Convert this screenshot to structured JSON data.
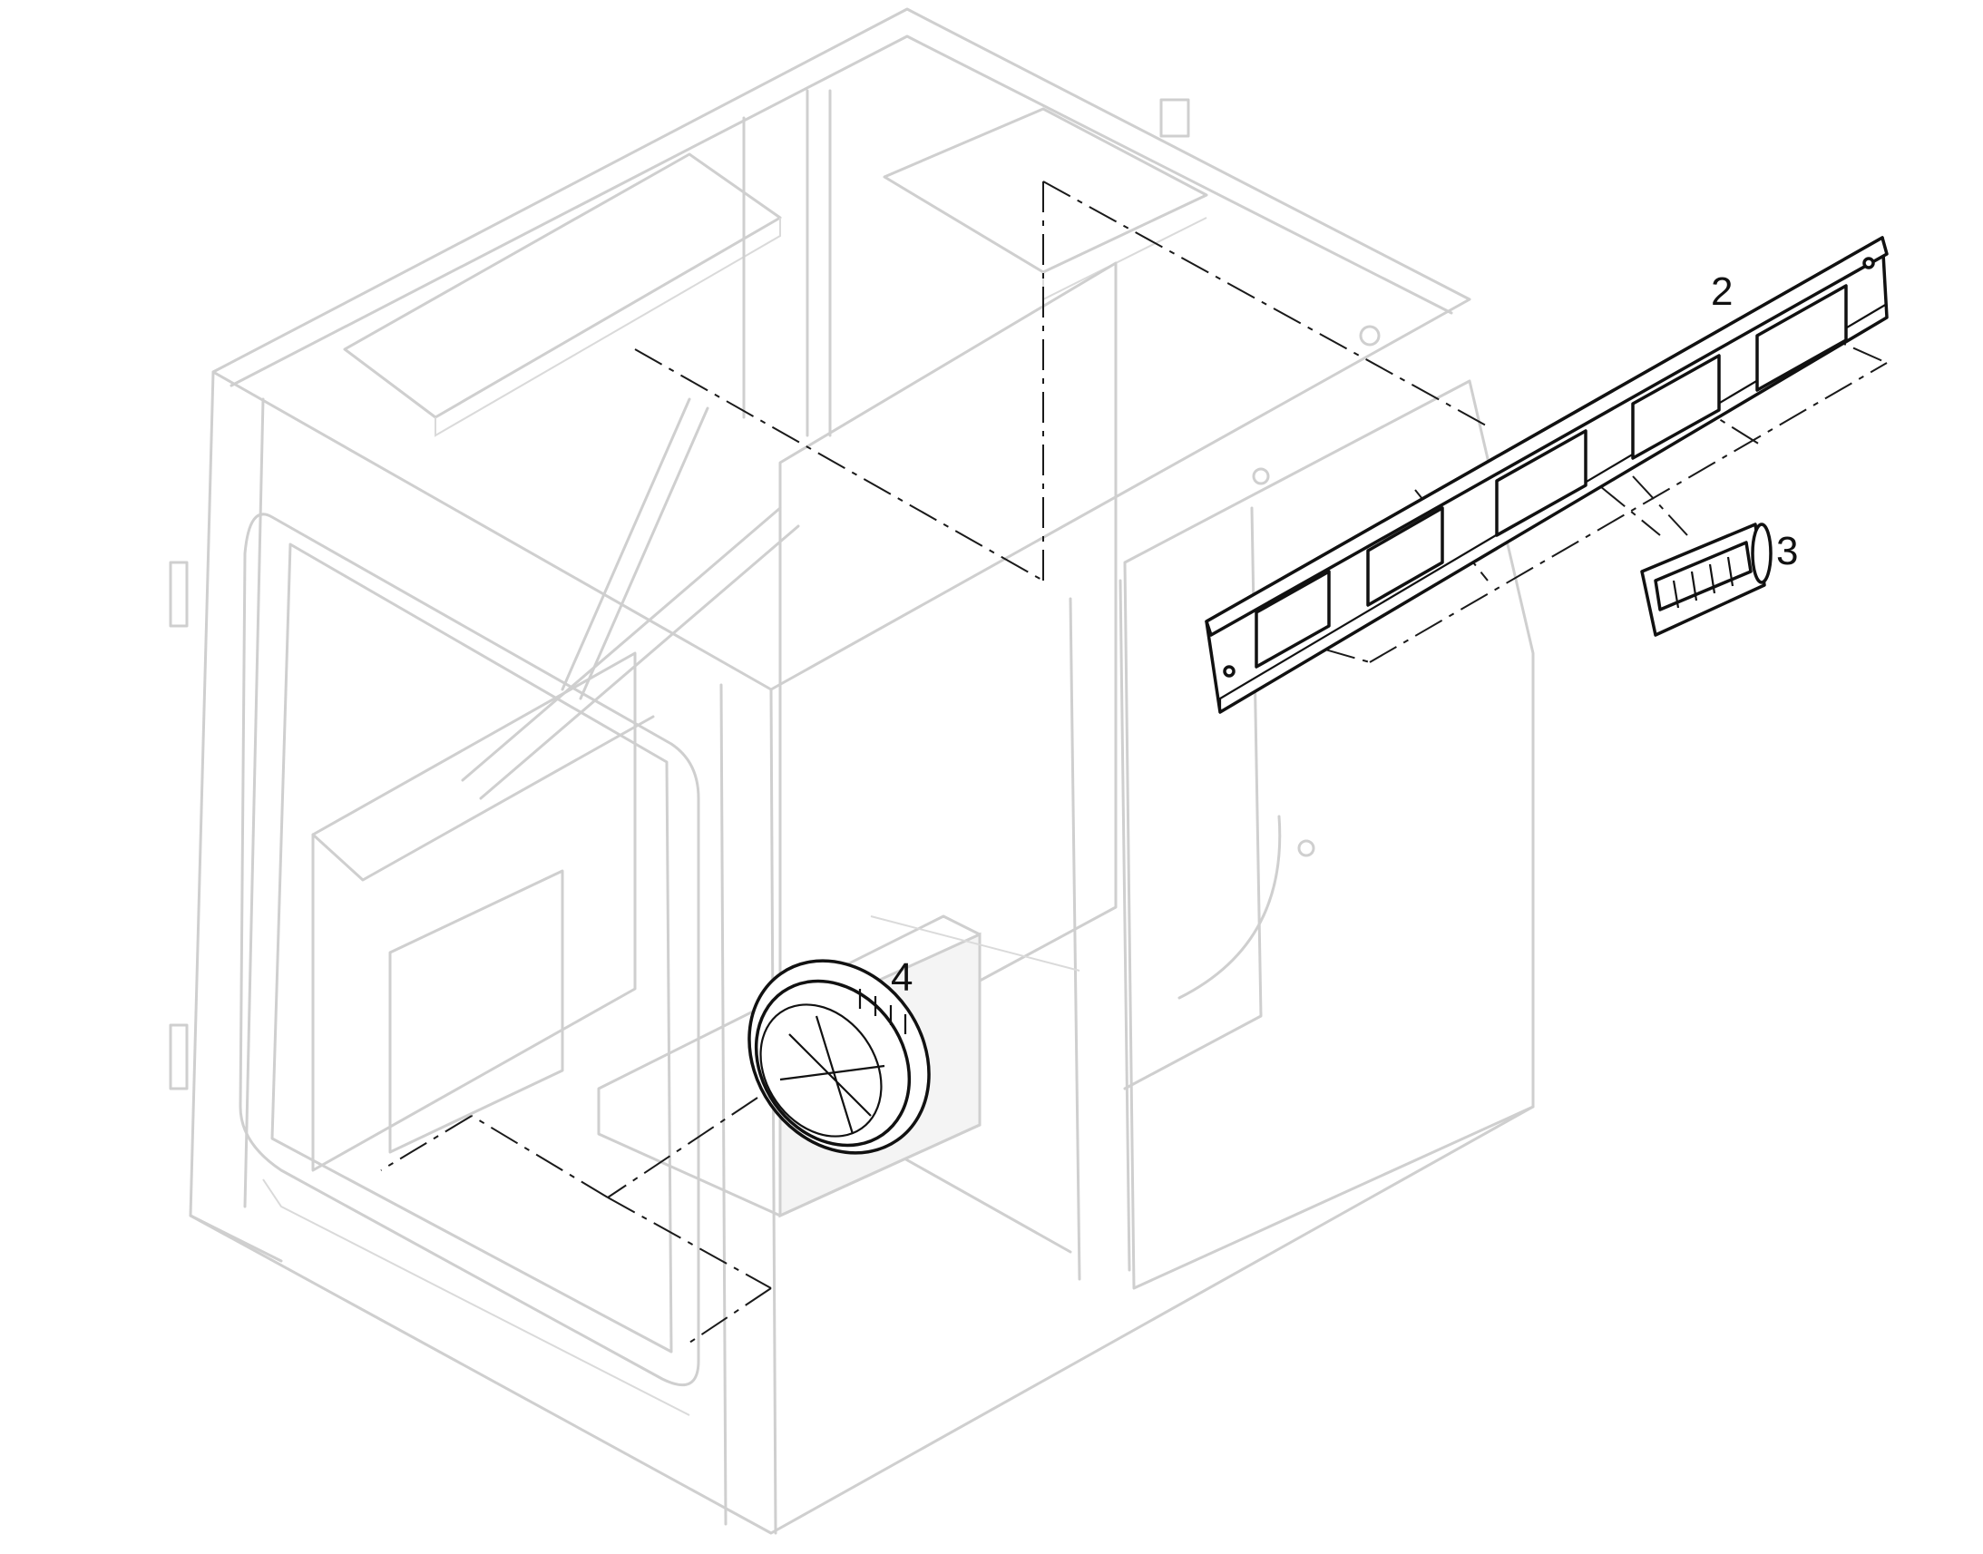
{
  "callouts": {
    "part_2": "2",
    "part_3": "3",
    "part_4": "4"
  },
  "colors": {
    "ghost_outline": "#cfcfcf",
    "highlight_part": "#111111",
    "background": "#ffffff"
  },
  "icons": {
    "cab_frame": "cab-frame-outline",
    "duct_rail": "vent-duct-rail",
    "louver": "vent-louver",
    "round_vent": "round-vent-ring"
  }
}
